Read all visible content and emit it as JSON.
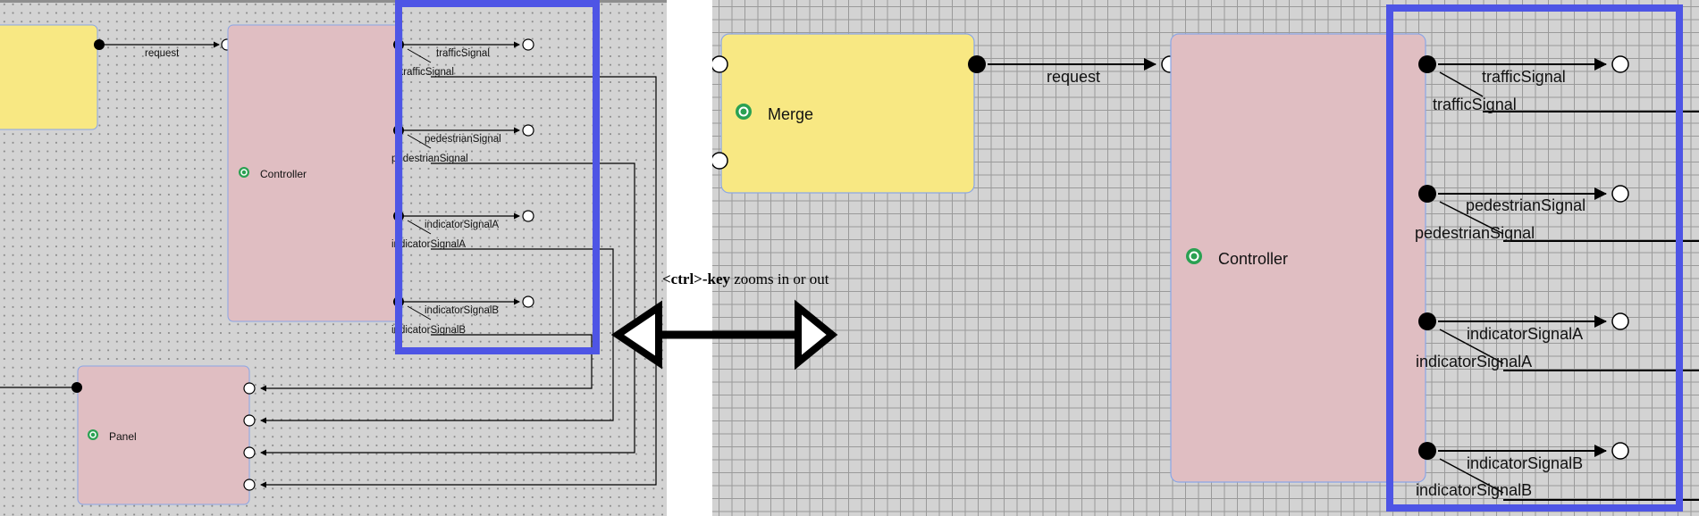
{
  "caption": {
    "key": "<ctrl>-key",
    "rest": " zooms in or out"
  },
  "components": {
    "merge": {
      "name": "Merge"
    },
    "controller": {
      "name": "Controller"
    },
    "panel": {
      "name": "Panel"
    }
  },
  "connections": {
    "request": "request",
    "outputs": [
      "trafficSignal",
      "pedestrianSignal",
      "indicatorSignalA",
      "indicatorSignalB"
    ]
  },
  "colors": {
    "merge_fill": "#f8e883",
    "controller_fill": "#e0bec2",
    "box_border": "#8aa6e6",
    "highlight": "#4e55e5",
    "class_icon": "#2aa152"
  },
  "icons": {
    "component_class": "class-c-icon",
    "zoom_arrow": "double-headed-arrow-icon"
  }
}
